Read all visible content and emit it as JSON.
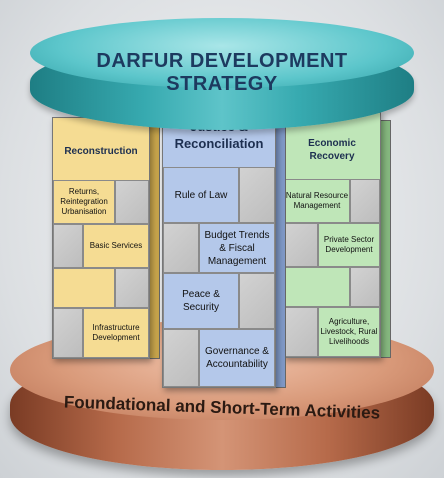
{
  "top_title": "DARFUR DEVELOPMENT STRATEGY",
  "bottom_title": "Foundational and Short-Term Activities",
  "pillars": {
    "left": {
      "title": "Reconstruction",
      "items": [
        "Returns, Reintegration Urbanisation",
        "Basic Services",
        "Infrastructure Development"
      ]
    },
    "middle": {
      "title": "Governance, Justice & Reconciliation",
      "items": [
        "Rule of Law",
        "Budget Trends & Fiscal Management",
        "Peace & Security",
        "Governance & Accountability"
      ]
    },
    "right": {
      "title": "Economic Recovery",
      "items": [
        "Natural Resource Management",
        "Private Sector Development",
        "Agriculture, Livestock, Rural Livelihoods"
      ]
    }
  },
  "colors": {
    "top_disc": "#37aab0",
    "bottom_disc": "#c47f60",
    "left_pillar": "#f5dc93",
    "middle_pillar": "#b4c8ea",
    "right_pillar": "#bfe6b8",
    "title_text": "#1d3a5f"
  }
}
